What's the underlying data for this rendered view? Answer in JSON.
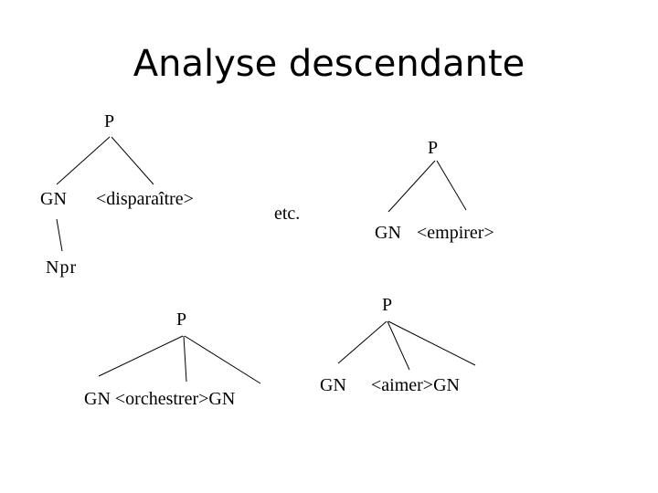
{
  "slide": {
    "title": "Analyse descendante"
  },
  "trees": {
    "tree1": {
      "root": "P",
      "left": "GN",
      "right": "<disparaître>",
      "leaf": "Npr"
    },
    "etc": "etc.",
    "tree2": {
      "root": "P",
      "left": "GN",
      "right": "<empirer>"
    },
    "tree3": {
      "root": "P",
      "children": "GN <orchestrer>GN"
    },
    "tree4": {
      "root": "P",
      "left": "GN",
      "right": "<aimer>GN"
    }
  }
}
